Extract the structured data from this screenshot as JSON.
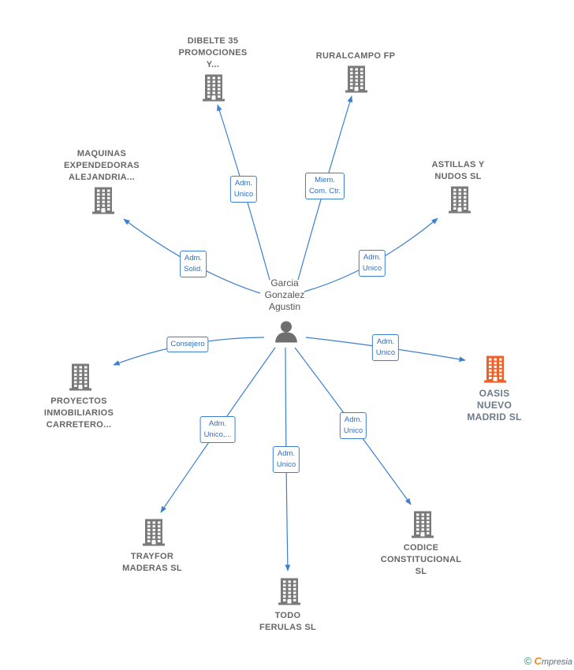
{
  "center": {
    "lines": [
      "Garcia",
      "Gonzalez",
      "Agustin"
    ],
    "icon": "person-icon"
  },
  "colors": {
    "edge": "#3b7fd0",
    "building": "#7a7a7a",
    "building_highlight": "#f2602a",
    "rel_text": "#2f6fbf"
  },
  "nodes": [
    {
      "id": "dibelte",
      "lines": [
        "DIBELTE 35",
        "PROMOCIONES",
        "Y..."
      ],
      "rel": [
        "Adm.",
        "Unico"
      ],
      "highlight": false
    },
    {
      "id": "ruralcampo",
      "lines": [
        "RURALCAMPO FP"
      ],
      "rel": [
        "Miem.",
        "Com. Ctr."
      ],
      "highlight": false
    },
    {
      "id": "maquinas",
      "lines": [
        "MAQUINAS",
        "EXPENDEDORAS",
        "ALEJANDRIA..."
      ],
      "rel": [
        "Adm.",
        "Solid."
      ],
      "highlight": false
    },
    {
      "id": "astillas",
      "lines": [
        "ASTILLAS Y",
        "NUDOS  SL"
      ],
      "rel": [
        "Adm.",
        "Unico"
      ],
      "highlight": false
    },
    {
      "id": "oasis",
      "lines": [
        "OASIS",
        "NUEVO",
        "MADRID  SL"
      ],
      "rel": [
        "Adm.",
        "Unico"
      ],
      "highlight": true
    },
    {
      "id": "proyectos",
      "lines": [
        "PROYECTOS",
        "INMOBILIARIOS",
        "CARRETERO..."
      ],
      "rel": [
        "Consejero"
      ],
      "highlight": false
    },
    {
      "id": "trayfor",
      "lines": [
        "TRAYFOR",
        "MADERAS  SL"
      ],
      "rel": [
        "Adm.",
        "Unico,..."
      ],
      "highlight": false
    },
    {
      "id": "todo",
      "lines": [
        "TODO",
        "FERULAS  SL"
      ],
      "rel": [
        "Adm.",
        "Unico"
      ],
      "highlight": false
    },
    {
      "id": "codice",
      "lines": [
        "CODICE",
        "CONSTITUCIONAL",
        "SL"
      ],
      "rel": [
        "Adm.",
        "Unico"
      ],
      "highlight": false
    }
  ],
  "footer": {
    "copyright": "©",
    "brand_initial": "C",
    "brand_rest": "mpresia"
  }
}
